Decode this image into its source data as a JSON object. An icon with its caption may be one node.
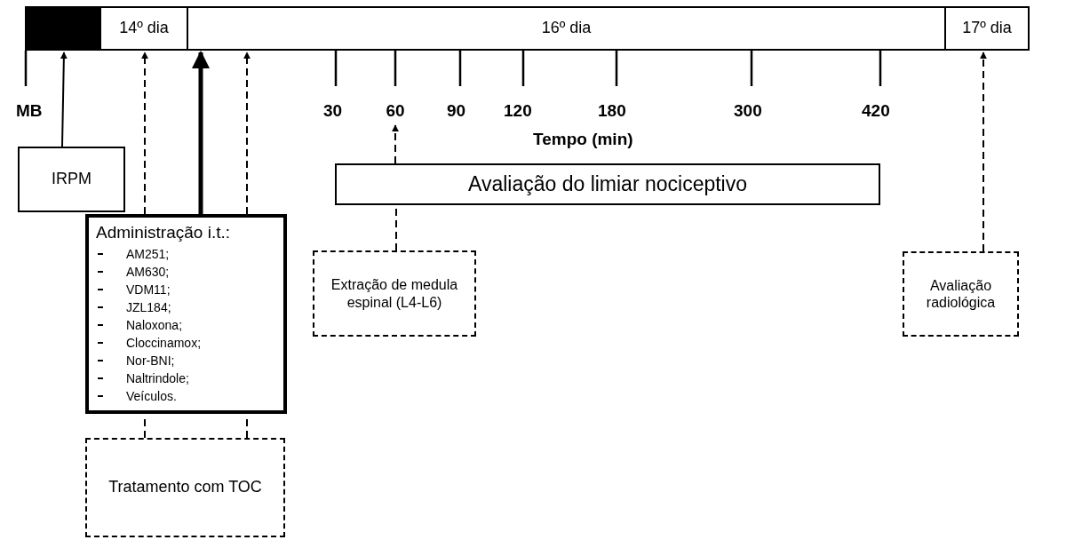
{
  "diagram": {
    "nodes": [
      {
        "text": [],
        "shape": "bar"
      },
      {
        "text": [
          "14º dia"
        ]
      },
      {
        "text": [
          "16º dia"
        ]
      },
      {
        "text": [
          "17º dia"
        ]
      },
      {
        "text": [
          "60"
        ]
      },
      {
        "text": [
          "IRPM"
        ]
      },
      {
        "text": [
          "Avaliação do limiar nociceptivo"
        ]
      },
      {
        "text": [
          "Administração i.t.:",
          "AM251;",
          "AM630;",
          "VDM11;",
          "JZL184;",
          "Naloxona;",
          "Cloccinamox;",
          "Nor-BNI;",
          "Naltrindole;",
          "Veículos."
        ]
      },
      {
        "text": [
          "Extração de medula espinal (L4-L6)"
        ]
      },
      {
        "text": [
          "Avaliação radiológica"
        ]
      },
      {
        "text": [
          "Tratamento com TOC"
        ]
      }
    ],
    "edges": [
      {
        "from": 5,
        "to": 0,
        "arrow": "to"
      },
      {
        "from": 7,
        "to": 1,
        "arrow": "to",
        "style": "dashed"
      },
      {
        "from": 7,
        "to": 2,
        "arrow": "to",
        "style": "thick"
      },
      {
        "from": 7,
        "to": 2,
        "arrow": "to",
        "style": "dashed"
      },
      {
        "from": 6,
        "to": 4,
        "arrow": "to",
        "style": "dashed"
      },
      {
        "from": 8,
        "to": 6,
        "arrow": "none",
        "style": "dashed"
      },
      {
        "from": 9,
        "to": 3,
        "arrow": "to",
        "style": "dashed"
      },
      {
        "from": 10,
        "to": 7,
        "arrow": "none",
        "style": "dashed"
      },
      {
        "from": 10,
        "to": 7,
        "arrow": "none",
        "style": "dashed"
      }
    ],
    "labels": [
      "MB",
      "30",
      "90",
      "120",
      "180",
      "300",
      "420",
      "Tempo (min)"
    ]
  }
}
